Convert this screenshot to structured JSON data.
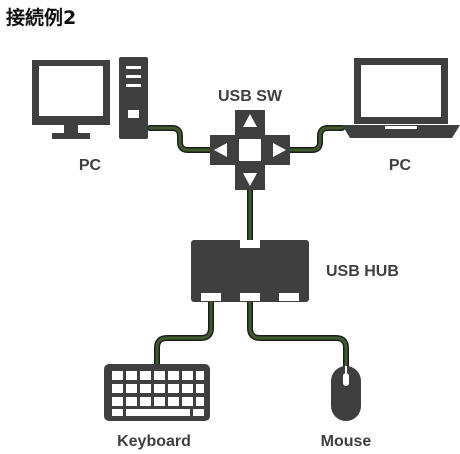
{
  "title": "接続例2",
  "labels": {
    "pc_left": "PC",
    "pc_right": "PC",
    "usb_switch": "USB SW",
    "usb_hub": "USB HUB",
    "keyboard": "Keyboard",
    "mouse": "Mouse"
  },
  "colors": {
    "device": "#3f3f3f",
    "cable_outer": "#1c1c1c",
    "cable_inner": "#3e5b2b",
    "port": "#ffffff",
    "text": "#3f3f3f"
  },
  "icons": {
    "pc_left": "desktop-pc-icon",
    "pc_right": "laptop-icon",
    "usb_switch": "usb-switch-icon",
    "usb_hub": "usb-hub-icon",
    "keyboard": "keyboard-icon",
    "mouse": "mouse-icon"
  }
}
